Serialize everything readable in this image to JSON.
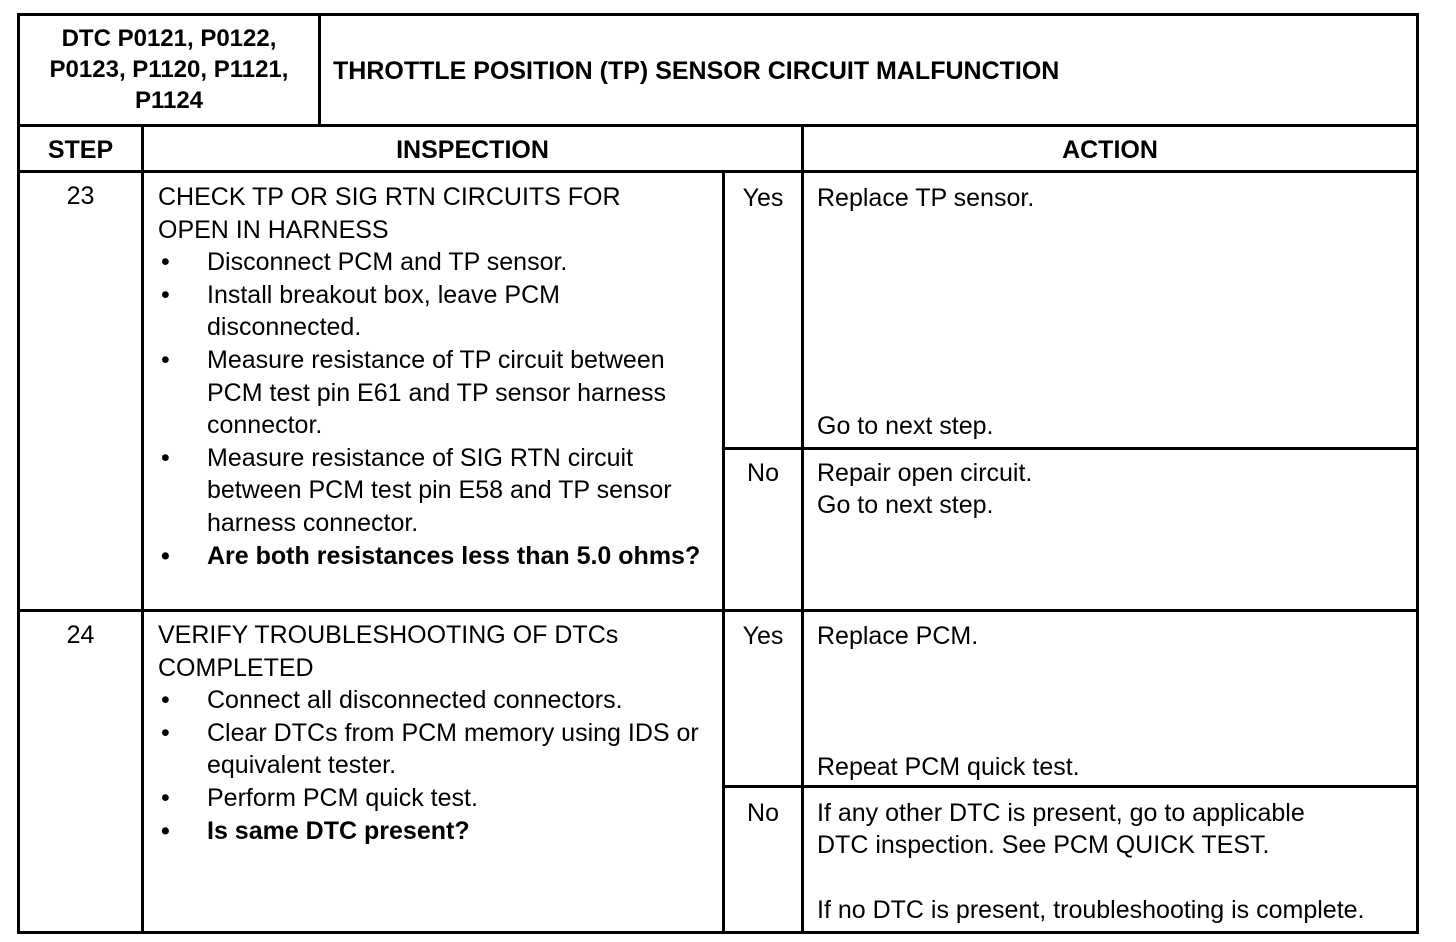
{
  "header": {
    "dtc_codes": [
      "DTC P0121, P0122,",
      "P0123, P1120, P1121,",
      "P1124"
    ],
    "title": "THROTTLE POSITION (TP) SENSOR CIRCUIT MALFUNCTION"
  },
  "columns": {
    "step": "STEP",
    "inspection": "INSPECTION",
    "action": "ACTION"
  },
  "steps": [
    {
      "number": "23",
      "title_lines": [
        "CHECK TP OR SIG RTN CIRCUITS FOR",
        "OPEN IN HARNESS"
      ],
      "bullets": [
        {
          "text": "Disconnect PCM and TP sensor.",
          "bold": false
        },
        {
          "text": "Install breakout box, leave PCM disconnected.",
          "bold": false
        },
        {
          "text": "Measure resistance of TP circuit between PCM test pin E61 and TP sensor harness connector.",
          "bold": false
        },
        {
          "text": "Measure resistance of SIG RTN circuit between PCM test pin E58 and TP sensor harness connector.",
          "bold": false
        },
        {
          "text": "Are both resistances less than 5.0 ohms?",
          "bold": true
        }
      ],
      "yes": {
        "label": "Yes",
        "line1": "Replace TP sensor.",
        "line2": "Go to next step."
      },
      "no": {
        "label": "No",
        "line1": "Repair open circuit.",
        "line2": "Go to next step."
      }
    },
    {
      "number": "24",
      "title_lines": [
        "VERIFY TROUBLESHOOTING OF DTCs",
        "COMPLETED"
      ],
      "bullets": [
        {
          "text": "Connect all disconnected connectors.",
          "bold": false
        },
        {
          "text": "Clear DTCs from PCM memory using IDS or equivalent tester.",
          "bold": false
        },
        {
          "text": "Perform PCM quick test.",
          "bold": false
        },
        {
          "text": "Is same DTC present?",
          "bold": true
        }
      ],
      "yes": {
        "label": "Yes",
        "line1": "Replace PCM.",
        "line2": "Repeat PCM quick test."
      },
      "no": {
        "label": "No",
        "line1": "If any other DTC is present, go to applicable",
        "line2": "DTC inspection.  See PCM QUICK TEST.",
        "line3": "If no DTC is present, troubleshooting is complete."
      }
    }
  ]
}
